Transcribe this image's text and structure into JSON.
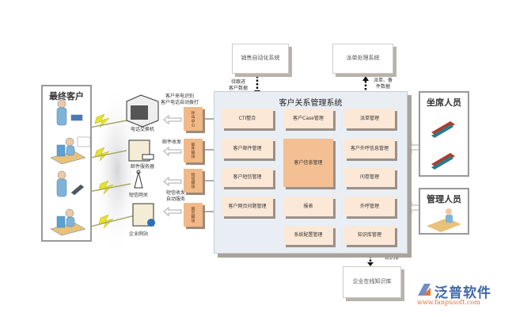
{
  "customers": {
    "title": "最终客户"
  },
  "channels": [
    {
      "device": "电话交换机",
      "note": "客户来电识别\n客户电话自动拨打",
      "module": "呼叫中心"
    },
    {
      "device": "邮件服务器",
      "note": "邮件收发",
      "module": "邮件模块"
    },
    {
      "device": "短信网关",
      "note": "短信收发\n自动服务",
      "module": "短信模块"
    },
    {
      "device": "企业网站",
      "note": "",
      "module": "网页模块"
    }
  ],
  "crm": {
    "title": "客户关系管理系统",
    "modules": {
      "cti": "CTI整合",
      "email": "客户邮件管理",
      "sms": "客户短信管理",
      "web": "客户网页问题管理",
      "case": "客户Case管理",
      "info": "客户信息管理",
      "report": "报表",
      "config": "系统配置管理",
      "dispatch": "派单管理",
      "outbound_info": "客户外呼信息管理",
      "survey": "问卷管理",
      "outbound": "外呼管理",
      "kb": "知识库管理"
    }
  },
  "external": {
    "sfa": "销售自动化系统",
    "sfa_flow": "待跟进\n客户数据",
    "dispatch_sys": "派单处理系统",
    "dispatch_flow": "派单、备\n件数据",
    "kb_sys": "企业在线知识库",
    "kb_flow": "知识库"
  },
  "agents": {
    "title": "坐席人员"
  },
  "managers": {
    "title": "管理人员"
  },
  "logo": {
    "name": "泛普软件",
    "url": "www.fanpusoft.com"
  },
  "colors": {
    "module": "#fbe8d6",
    "core": "#f4bf93",
    "panel": "#e9eef5",
    "bolt": "#e8e22a",
    "logo_blue": "#3f67a8",
    "logo_orange": "#e8703a"
  }
}
